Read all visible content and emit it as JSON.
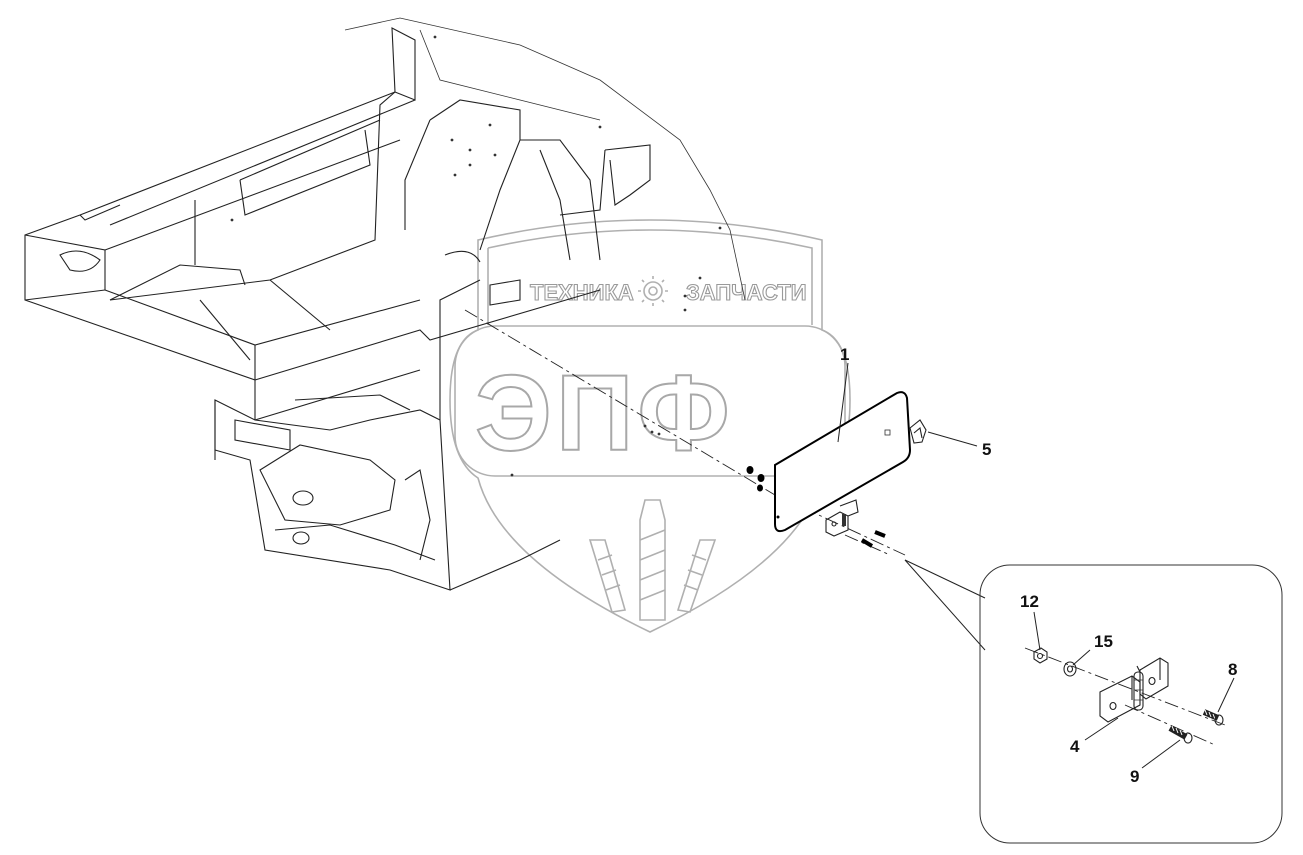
{
  "watermark": {
    "left_text": "ТЕХНИКА",
    "right_text": "ЗАПЧАСТИ",
    "big_text": "ЭПФ",
    "gear_icon": "gear-icon"
  },
  "callouts": {
    "c1": "1",
    "c5": "5",
    "c12": "12",
    "c15": "15",
    "c8": "8",
    "c4": "4",
    "c9": "9"
  }
}
